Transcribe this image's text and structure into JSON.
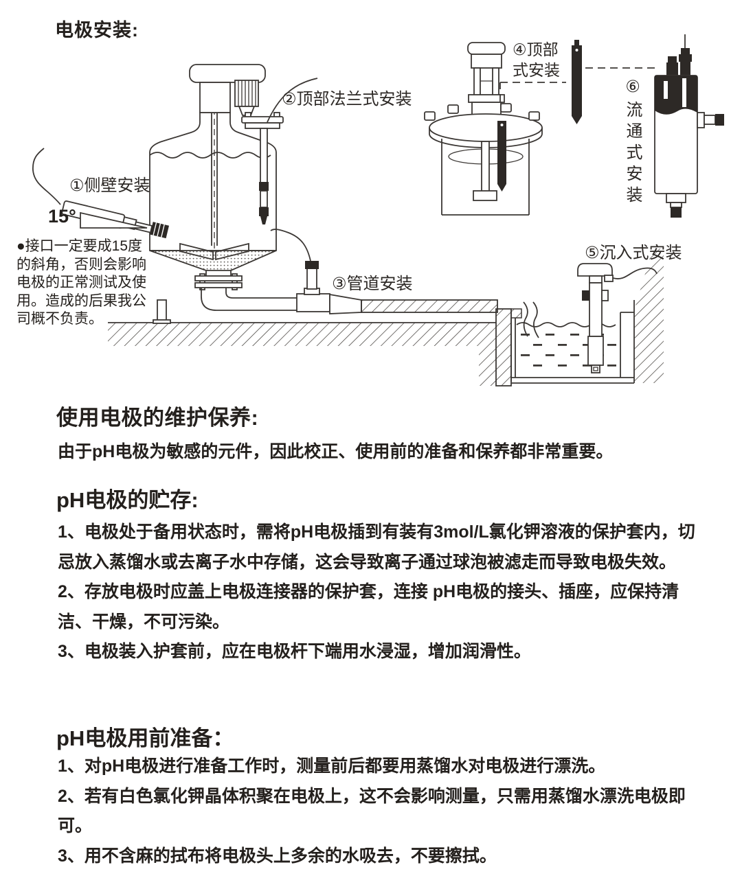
{
  "title": "电极安装:",
  "diagram": {
    "labels": {
      "side_wall": "①侧壁安装",
      "angle": "15°",
      "top_flange": "②顶部法兰式安装",
      "pipe": "③管道安装",
      "top_mount_line1": "④顶部",
      "top_mount_line2": "式安装",
      "submersion": "⑤沉入式安装",
      "flow_through": "⑥流通式安装",
      "warning": "●接口一定要成15度\n的斜角，否则会影响\n电极的正常测试及使\n用。造成的后果我公\n司概不负责。"
    }
  },
  "sections": [
    {
      "heading": "使用电极的维护保养:",
      "items": [
        "由于pH电极为敏感的元件，因此校正、使用前的准备和保养都非常重要。"
      ]
    },
    {
      "heading": "pH电极的贮存:",
      "items": [
        "1、电极处于备用状态时，需将pH电极插到有装有3mol/L氯化钾溶液的保护套内，切忌放入蒸馏水或去离子水中存储，这会导致离子通过球泡被滤走而导致电极失效。",
        "2、存放电极时应盖上电极连接器的保护套，连接 pH电极的接头、插座，应保持清洁、干燥，不可污染。",
        "3、电极装入护套前，应在电极杆下端用水浸湿，增加润滑性。"
      ]
    },
    {
      "heading": "pH电极用前准备：",
      "items": [
        "1、对pH电极进行准备工作时，测量前后都要用蒸馏水对电极进行漂洗。",
        "2、若有白色氯化钾晶体积聚在电极上，这不会影响测量，只需用蒸馏水漂洗电极即可。",
        "3、用不含麻的拭布将电极头上多余的水吸去，不要擦拭。"
      ]
    }
  ]
}
